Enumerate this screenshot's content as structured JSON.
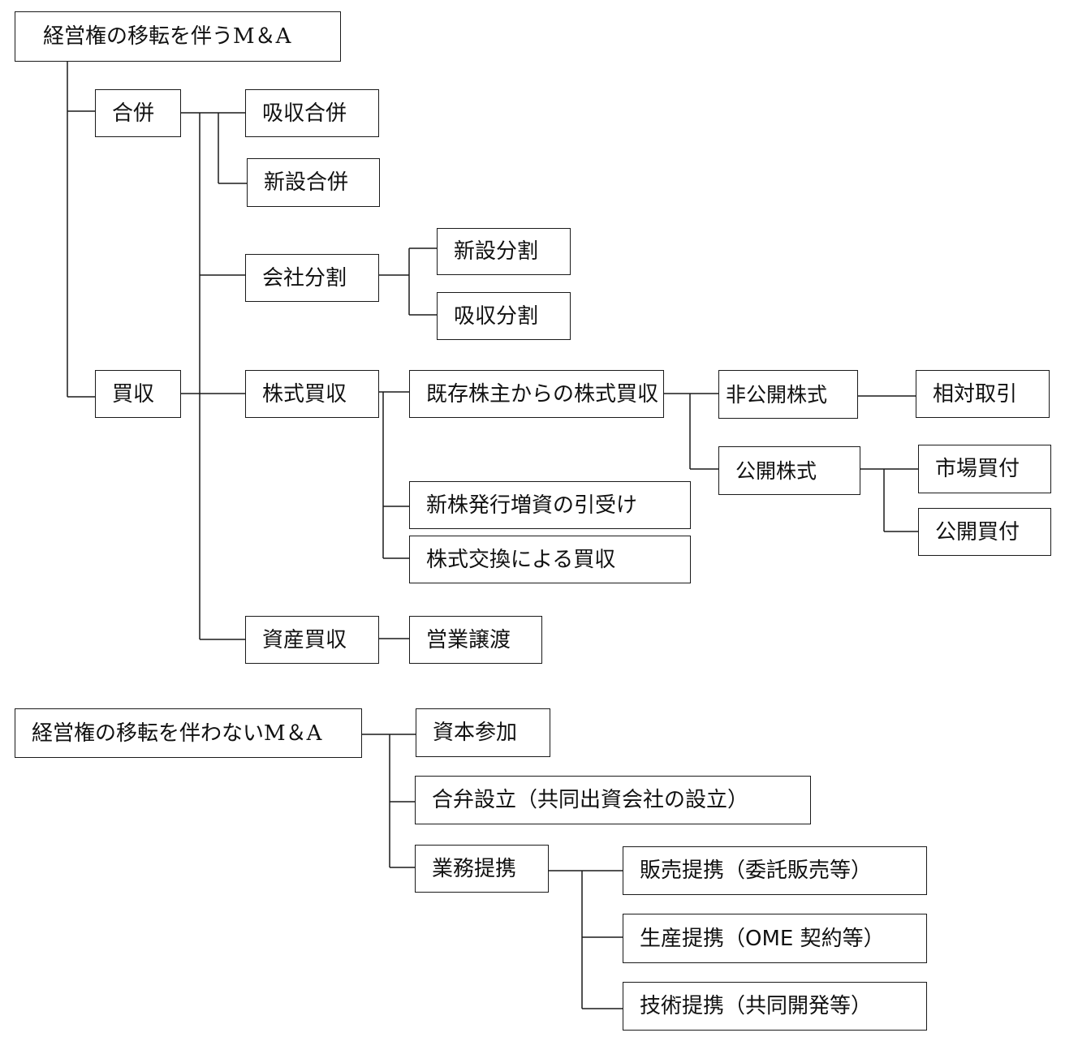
{
  "diagram": {
    "with_control": {
      "title": "経営権の移転を伴うM＆A",
      "merger": {
        "label": "合併",
        "absorption": "吸収合併",
        "consolidation": "新設合併"
      },
      "company_split": {
        "label": "会社分割",
        "incorporation": "新設分割",
        "absorption": "吸収分割"
      },
      "acquisition": {
        "label": "買収",
        "share_purchase": {
          "label": "株式買収",
          "from_existing": "既存株主からの株式買収",
          "new_shares": "新株発行増資の引受け",
          "share_exchange": "株式交換による買収"
        },
        "private_shares": {
          "label": "非公開株式",
          "negotiated": "相対取引"
        },
        "public_shares": {
          "label": "公開株式",
          "market_purchase": "市場買付",
          "tender_offer": "公開買付"
        },
        "asset_purchase": {
          "label": "資産買収",
          "business_transfer": "営業譲渡"
        }
      }
    },
    "without_control": {
      "title": "経営権の移転を伴わないM＆A",
      "capital_participation": "資本参加",
      "joint_venture": "合弁設立（共同出資会社の設立）",
      "business_alliance": {
        "label": "業務提携",
        "sales": "販売提携（委託販売等）",
        "production": "生産提携（OME 契約等）",
        "technology": "技術提携（共同開発等）"
      }
    }
  }
}
